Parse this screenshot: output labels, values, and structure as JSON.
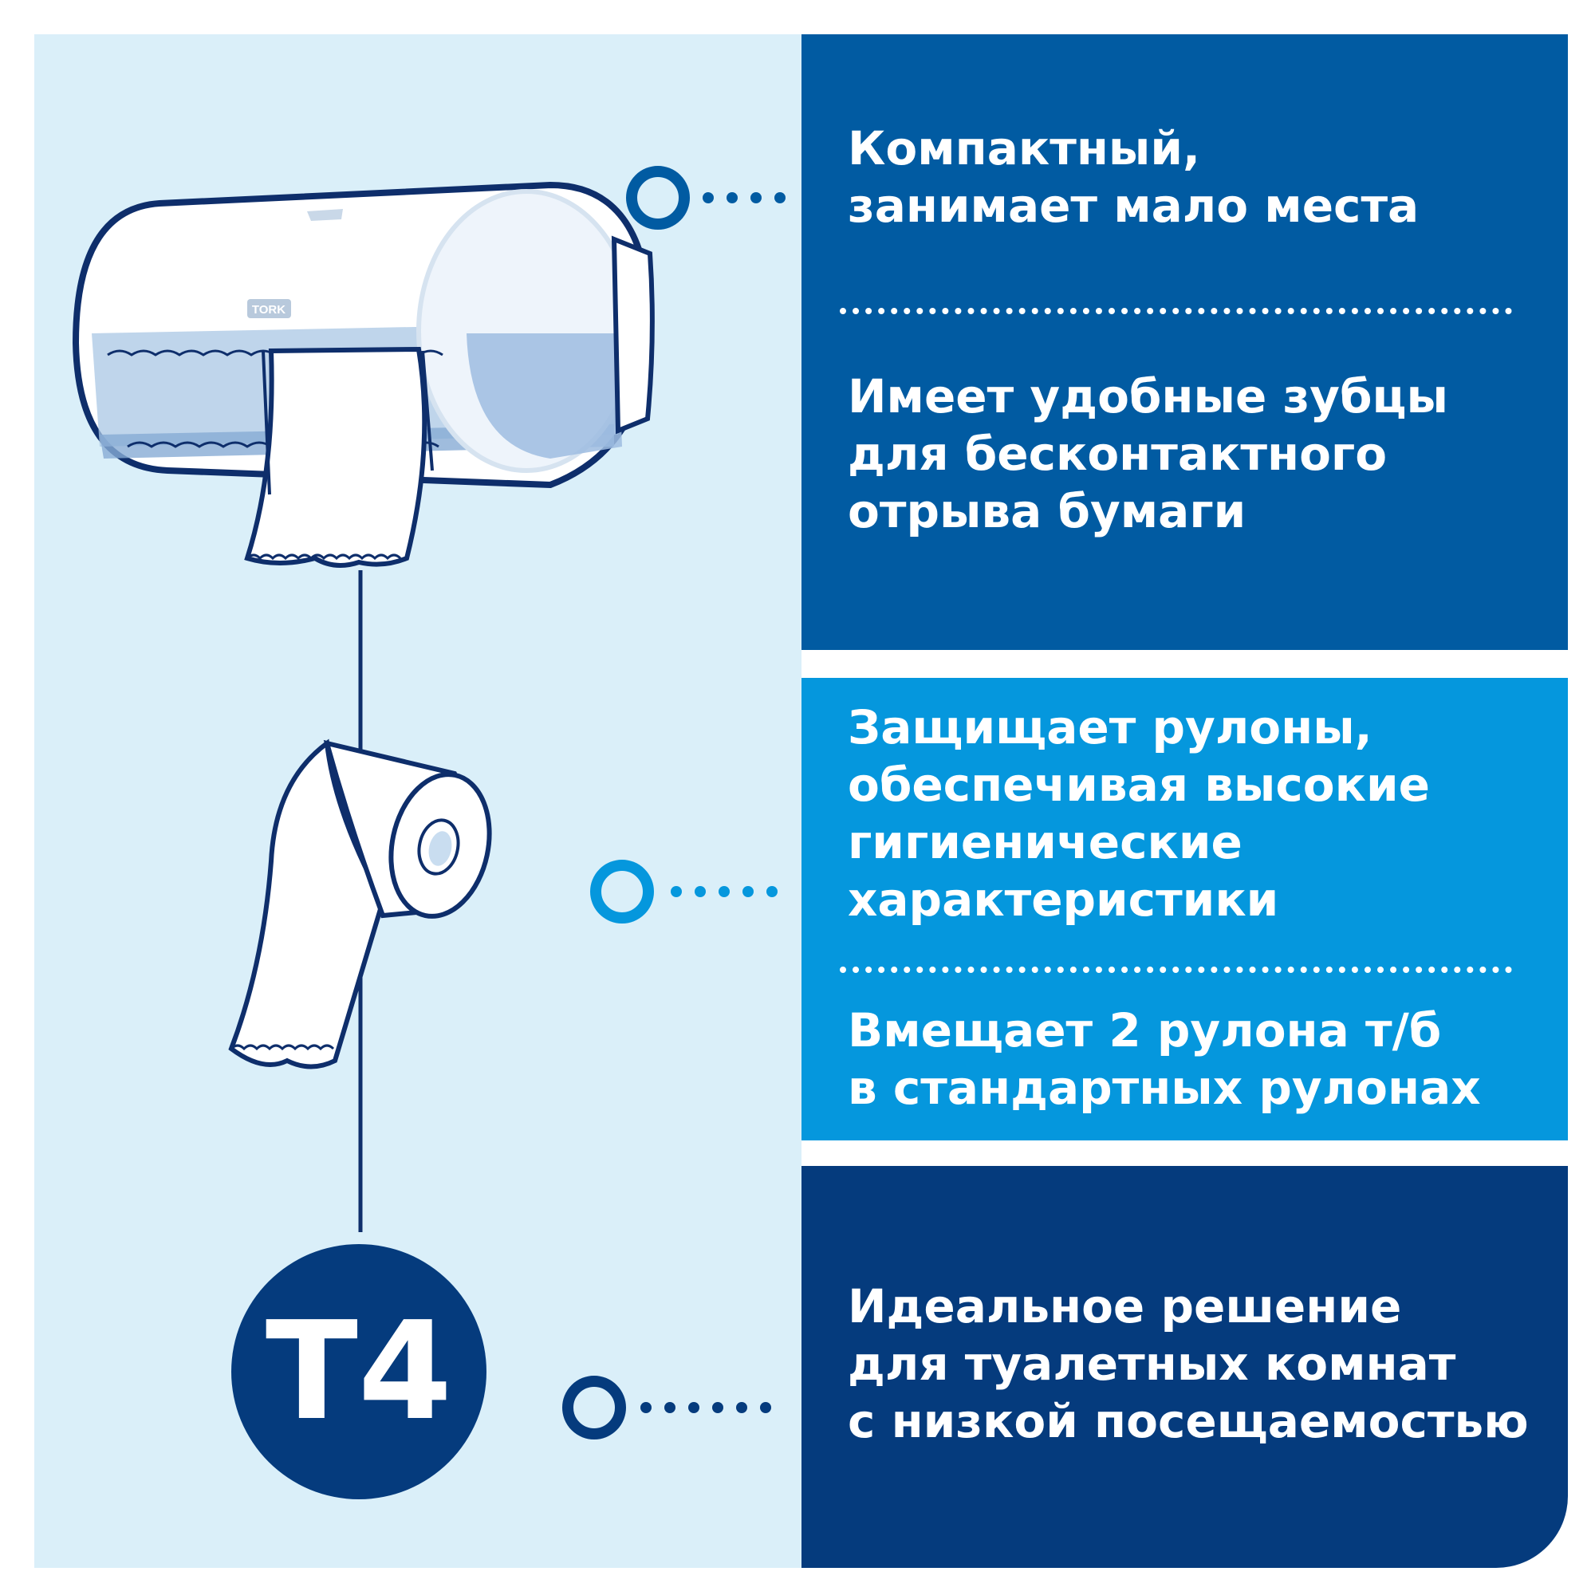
{
  "features": {
    "compact": "Компактный,\nзанимает мало места",
    "teeth": "Имеет удобные зубцы\nдля бесконтактного\nотрыва бумаги",
    "protects": "Защищает рулоны,\nобеспечивая высокие\nгигиенические\nхарактеристики",
    "capacity": "Вмещает 2 рулона т/б\nв стандартных рулонах",
    "ideal": "Идеальное решение\nдля туалетных комнат\nс низкой посещаемостью"
  },
  "badge": {
    "label": "T4"
  },
  "dispenser": {
    "brand": "TORK"
  },
  "colors": {
    "left_background": "#daeff9",
    "panel_dark_blue": "#015ba2",
    "panel_light_blue": "#0597dd",
    "panel_navy": "#053b7d",
    "outline": "#0e2e6b"
  },
  "icons": [
    "connector-circle-icon",
    "dispenser-illustration",
    "toilet-roll-illustration"
  ]
}
